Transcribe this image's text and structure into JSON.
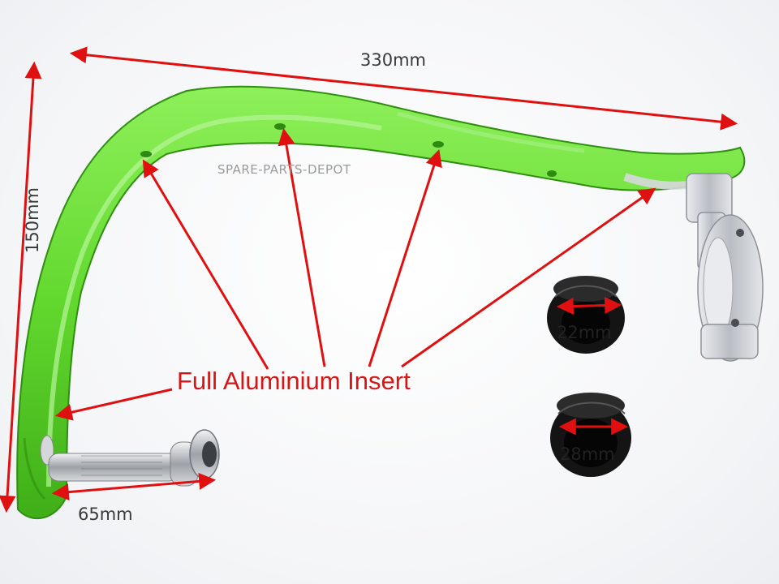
{
  "labels": {
    "width": "330mm",
    "height": "150mm",
    "bar_end": "65mm",
    "clamp_small": "22mm",
    "clamp_large": "28mm",
    "insert": "Full Aluminium Insert"
  },
  "watermark": "SPARE-PARTS-DEPOT",
  "colors": {
    "guard_green": "#5fd82b",
    "arrow_red": "#e01010",
    "aluminium": "#c9ccd1",
    "rubber": "#111111"
  }
}
